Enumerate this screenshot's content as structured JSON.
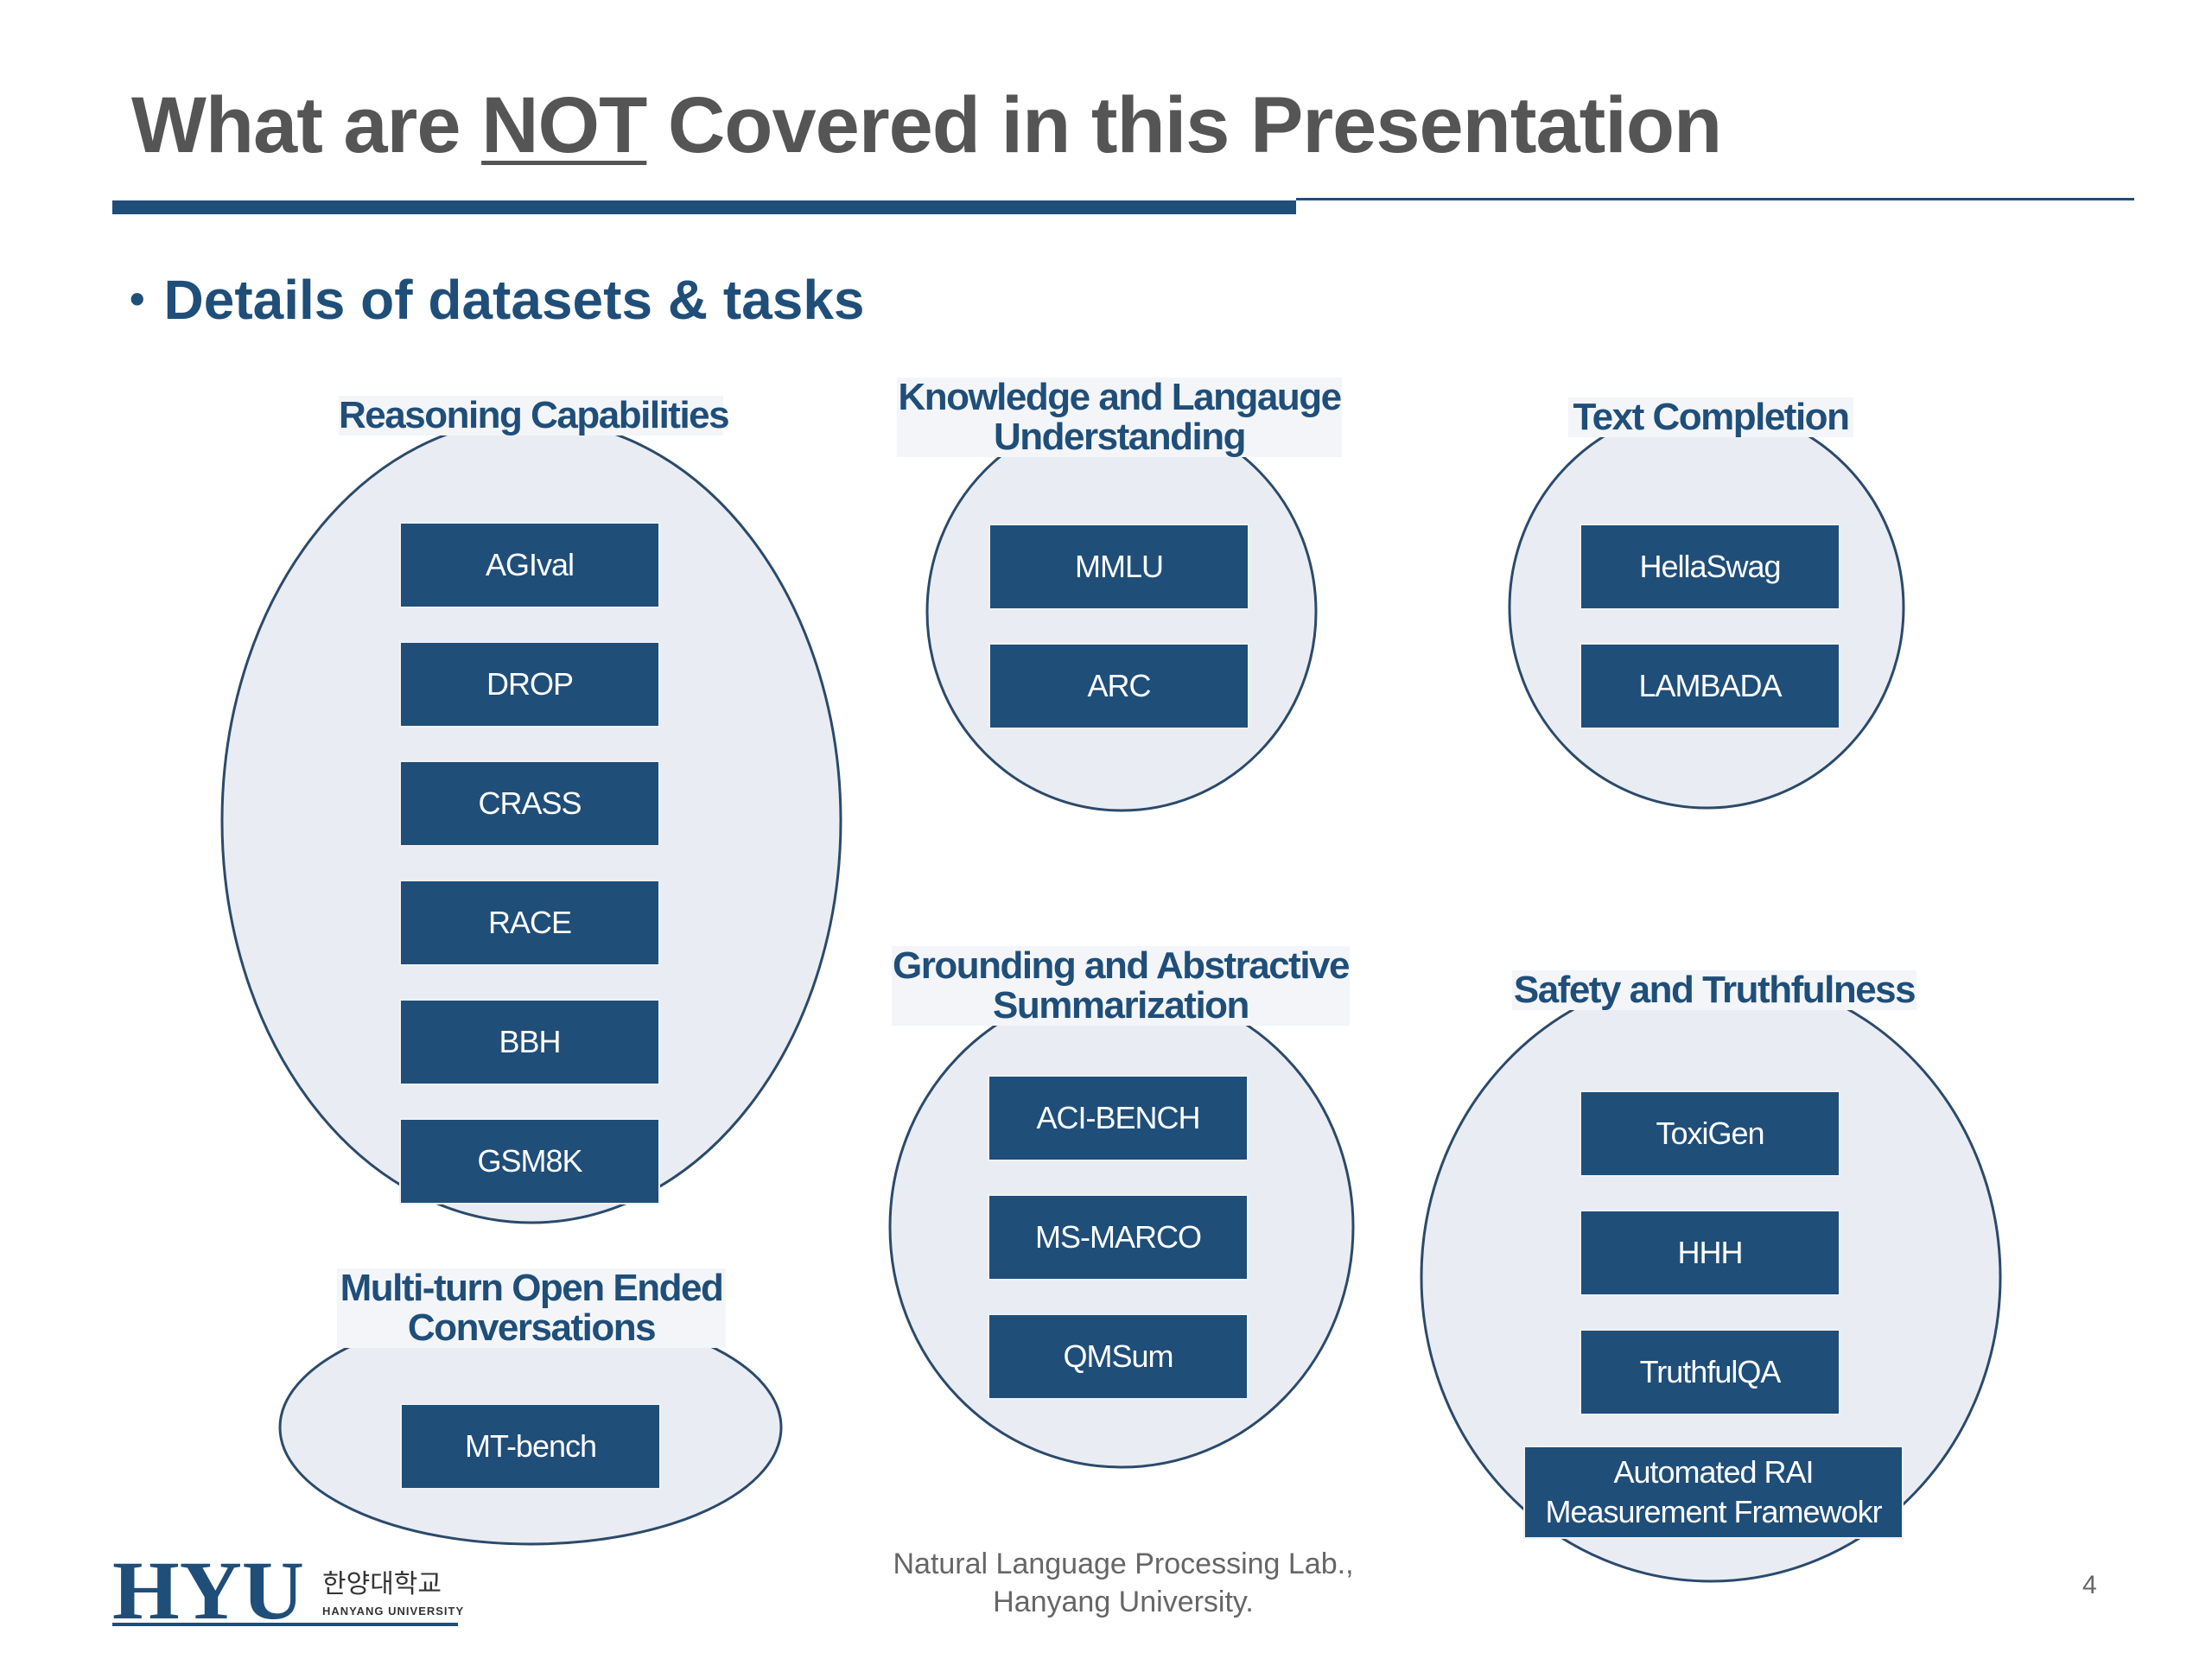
{
  "title": {
    "before": "What are ",
    "emphasis": "NOT",
    "after": " Covered in this Presentation"
  },
  "bullet": {
    "mark": "•",
    "text": "Details of datasets & tasks"
  },
  "groups": [
    {
      "id": "reasoning",
      "title": "Reasoning Capabilities",
      "items": [
        "AGIval",
        "DROP",
        "CRASS",
        "RACE",
        "BBH",
        "GSM8K"
      ]
    },
    {
      "id": "knowledge",
      "title": "Knowledge and Langauge\nUnderstanding",
      "items": [
        "MMLU",
        "ARC"
      ]
    },
    {
      "id": "completion",
      "title": "Text Completion",
      "items": [
        "HellaSwag",
        "LAMBADA"
      ]
    },
    {
      "id": "grounding",
      "title": "Grounding and Abstractive\nSummarization",
      "items": [
        "ACI-BENCH",
        "MS-MARCO",
        "QMSum"
      ]
    },
    {
      "id": "safety",
      "title": "Safety and Truthfulness",
      "items": [
        "ToxiGen",
        "HHH",
        "TruthfulQA",
        "Automated RAI\nMeasurement Framewokr"
      ]
    },
    {
      "id": "multiturn",
      "title": "Multi-turn Open Ended\nConversations",
      "items": [
        "MT-bench"
      ]
    }
  ],
  "footer": {
    "line1": "Natural Language Processing Lab.,",
    "line2": "Hanyang University.",
    "page": "4"
  },
  "logo": {
    "mark": "HYU",
    "korean": "한양대학교",
    "english": "HANYANG UNIVERSITY"
  },
  "colors": {
    "navy": "#1f4e79",
    "circle_fill": "#e9edf3",
    "title_gray": "#555555"
  }
}
